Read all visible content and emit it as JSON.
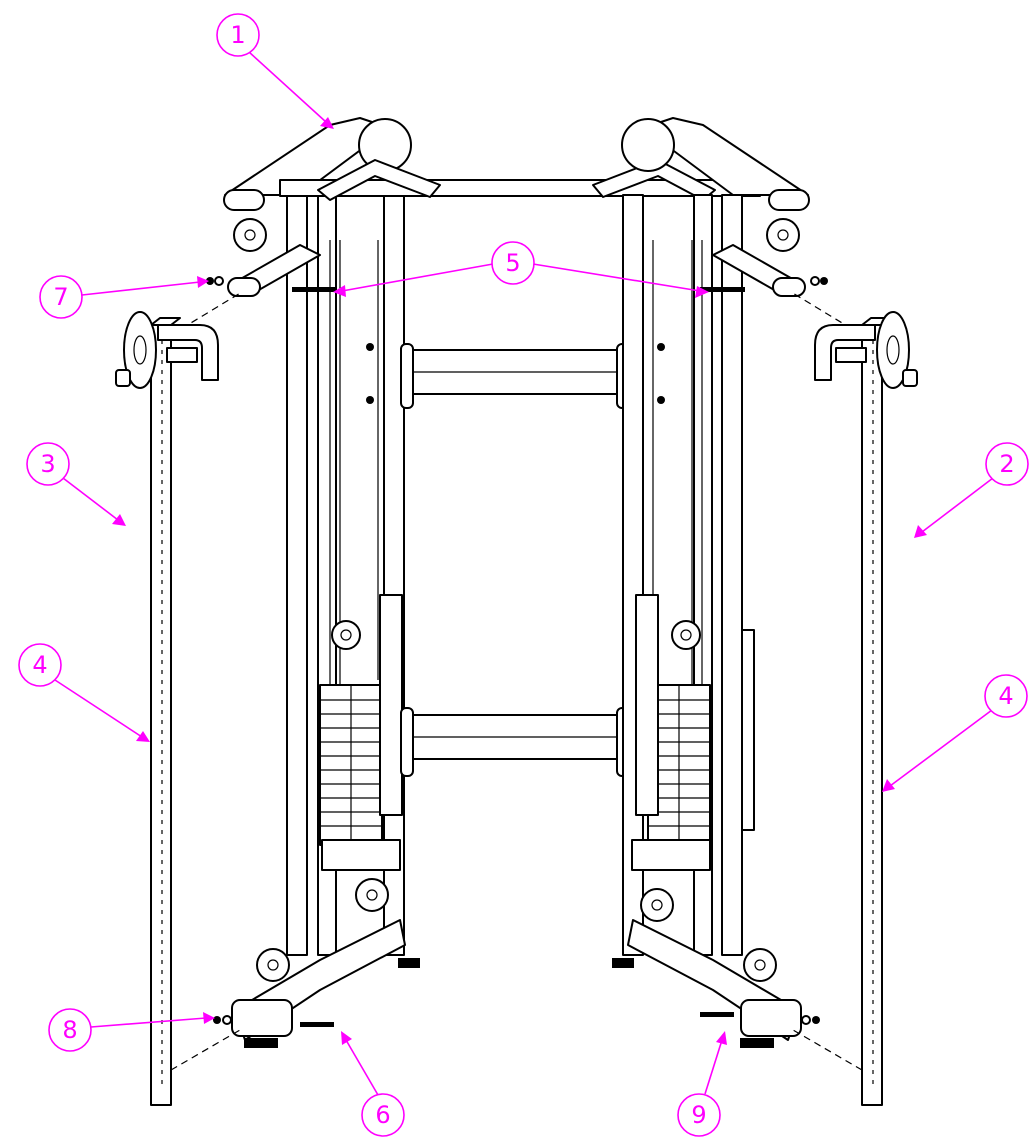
{
  "diagram": {
    "colors": {
      "line": "#000000",
      "callout": "#ff00ff",
      "background": "#ffffff"
    },
    "callouts": [
      {
        "id": "c1",
        "label": "1"
      },
      {
        "id": "c2",
        "label": "2"
      },
      {
        "id": "c3",
        "label": "3"
      },
      {
        "id": "c4-left",
        "label": "4"
      },
      {
        "id": "c4-right",
        "label": "4"
      },
      {
        "id": "c5",
        "label": "5"
      },
      {
        "id": "c6",
        "label": "6"
      },
      {
        "id": "c7",
        "label": "7"
      },
      {
        "id": "c8",
        "label": "8"
      },
      {
        "id": "c9",
        "label": "9"
      }
    ]
  }
}
